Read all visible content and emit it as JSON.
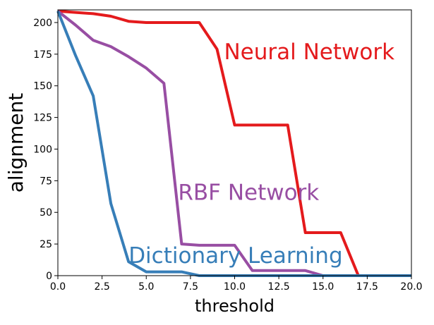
{
  "chart_data": {
    "type": "line",
    "xlabel": "threshold",
    "ylabel": "alignment",
    "xlim": [
      0,
      20
    ],
    "ylim": [
      0,
      210
    ],
    "xticks": [
      "0.0",
      "2.5",
      "5.0",
      "7.5",
      "10.0",
      "12.5",
      "15.0",
      "17.5",
      "20.0"
    ],
    "yticks": [
      "0",
      "25",
      "50",
      "75",
      "100",
      "125",
      "150",
      "175",
      "200"
    ],
    "grid": false,
    "series": [
      {
        "name": "Neural Network",
        "color": "#e41a1c",
        "x": [
          0,
          1,
          2,
          3,
          4,
          5,
          6,
          7,
          8,
          9,
          10,
          11,
          12,
          13,
          14,
          15,
          16,
          17,
          18,
          19,
          20
        ],
        "values": [
          209,
          208,
          207,
          205,
          201,
          200,
          200,
          200,
          200,
          179,
          119,
          119,
          119,
          119,
          34,
          34,
          34,
          0,
          0,
          0,
          0
        ]
      },
      {
        "name": "RBF Network",
        "color": "#984ea3",
        "x": [
          0,
          1,
          2,
          3,
          4,
          5,
          6,
          7,
          8,
          9,
          10,
          11,
          12,
          13,
          14,
          15,
          16,
          17,
          18,
          19,
          20
        ],
        "values": [
          209,
          198,
          186,
          181,
          173,
          164,
          152,
          25,
          24,
          24,
          24,
          4,
          4,
          4,
          4,
          0,
          0,
          0,
          0,
          0,
          0
        ]
      },
      {
        "name": "Dictionary Learning",
        "color": "#377eb8",
        "x": [
          0,
          1,
          2,
          3,
          4,
          5,
          6,
          7,
          8,
          9,
          10,
          11,
          12,
          13,
          14,
          15,
          16,
          17,
          18,
          19,
          20
        ],
        "values": [
          209,
          174,
          142,
          57,
          11,
          3,
          3,
          3,
          0,
          0,
          0,
          0,
          0,
          0,
          0,
          0,
          0,
          0,
          0,
          0,
          0
        ]
      }
    ],
    "annotations": [
      {
        "text": "Neural Network",
        "x": 9.4,
        "y": 171,
        "color": "#e41a1c"
      },
      {
        "text": "RBF Network",
        "x": 6.8,
        "y": 60,
        "color": "#984ea3"
      },
      {
        "text": "Dictionary Learning",
        "x": 4.0,
        "y": 10,
        "color": "#377eb8"
      }
    ]
  }
}
